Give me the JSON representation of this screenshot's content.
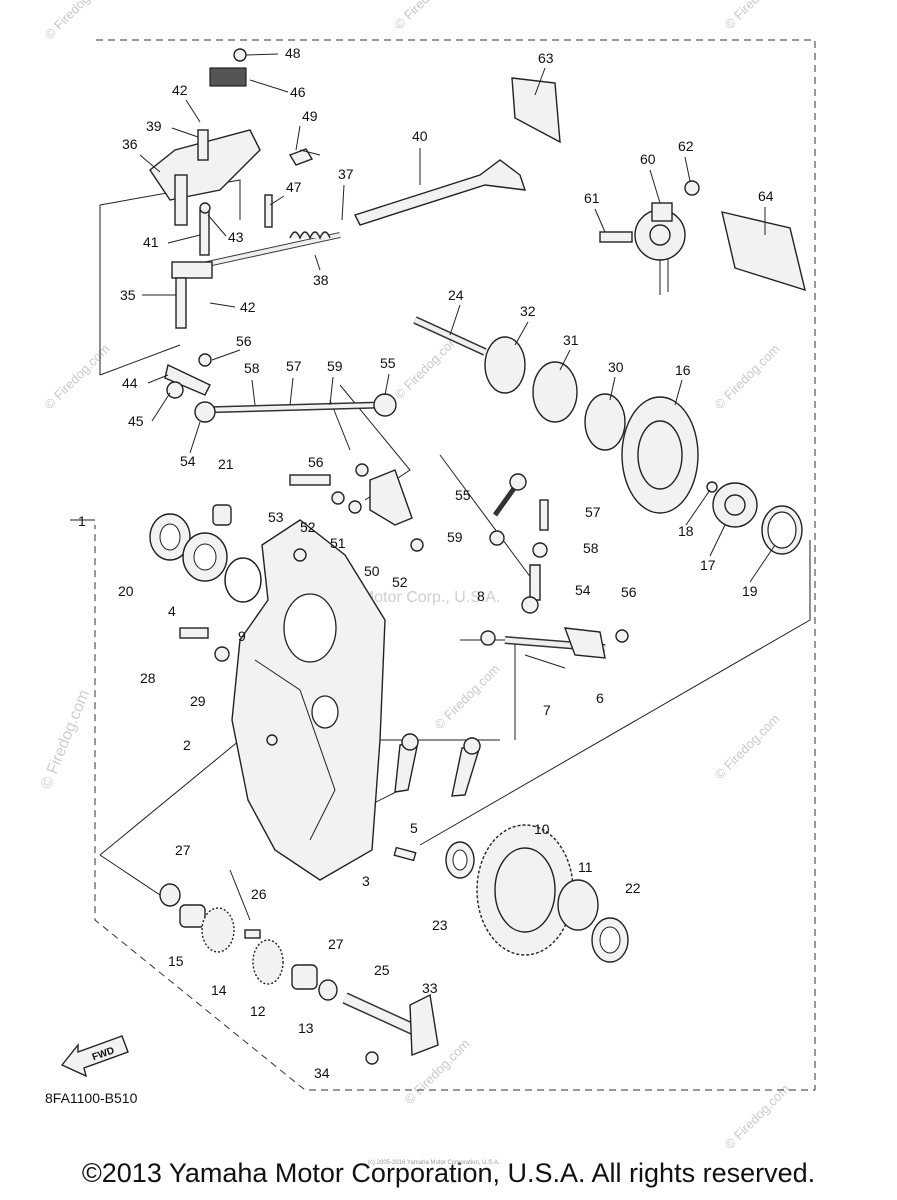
{
  "watermark_text": "© Firedog.com",
  "watermark_center": "Yamaha Motor Corp., U.S.A.",
  "drawing_code": "8FA1100-B510",
  "fwd_label": "FWD",
  "copyright": "©2013 Yamaha Motor Corporation, U.S.A. All rights reserved.",
  "small_note": "(c) 2005-2016 Yamaha Motor Corporation, U.S.A.",
  "callouts": [
    "1",
    "2",
    "3",
    "4",
    "5",
    "6",
    "7",
    "8",
    "9",
    "10",
    "11",
    "12",
    "13",
    "14",
    "15",
    "16",
    "17",
    "18",
    "19",
    "20",
    "21",
    "22",
    "23",
    "24",
    "25",
    "26",
    "27",
    "28",
    "29",
    "30",
    "31",
    "32",
    "33",
    "34",
    "35",
    "36",
    "37",
    "38",
    "39",
    "40",
    "41",
    "42",
    "43",
    "44",
    "45",
    "46",
    "47",
    "48",
    "49",
    "50",
    "51",
    "52",
    "53",
    "54",
    "55",
    "56",
    "57",
    "58",
    "59",
    "60",
    "61",
    "62",
    "63",
    "64"
  ]
}
